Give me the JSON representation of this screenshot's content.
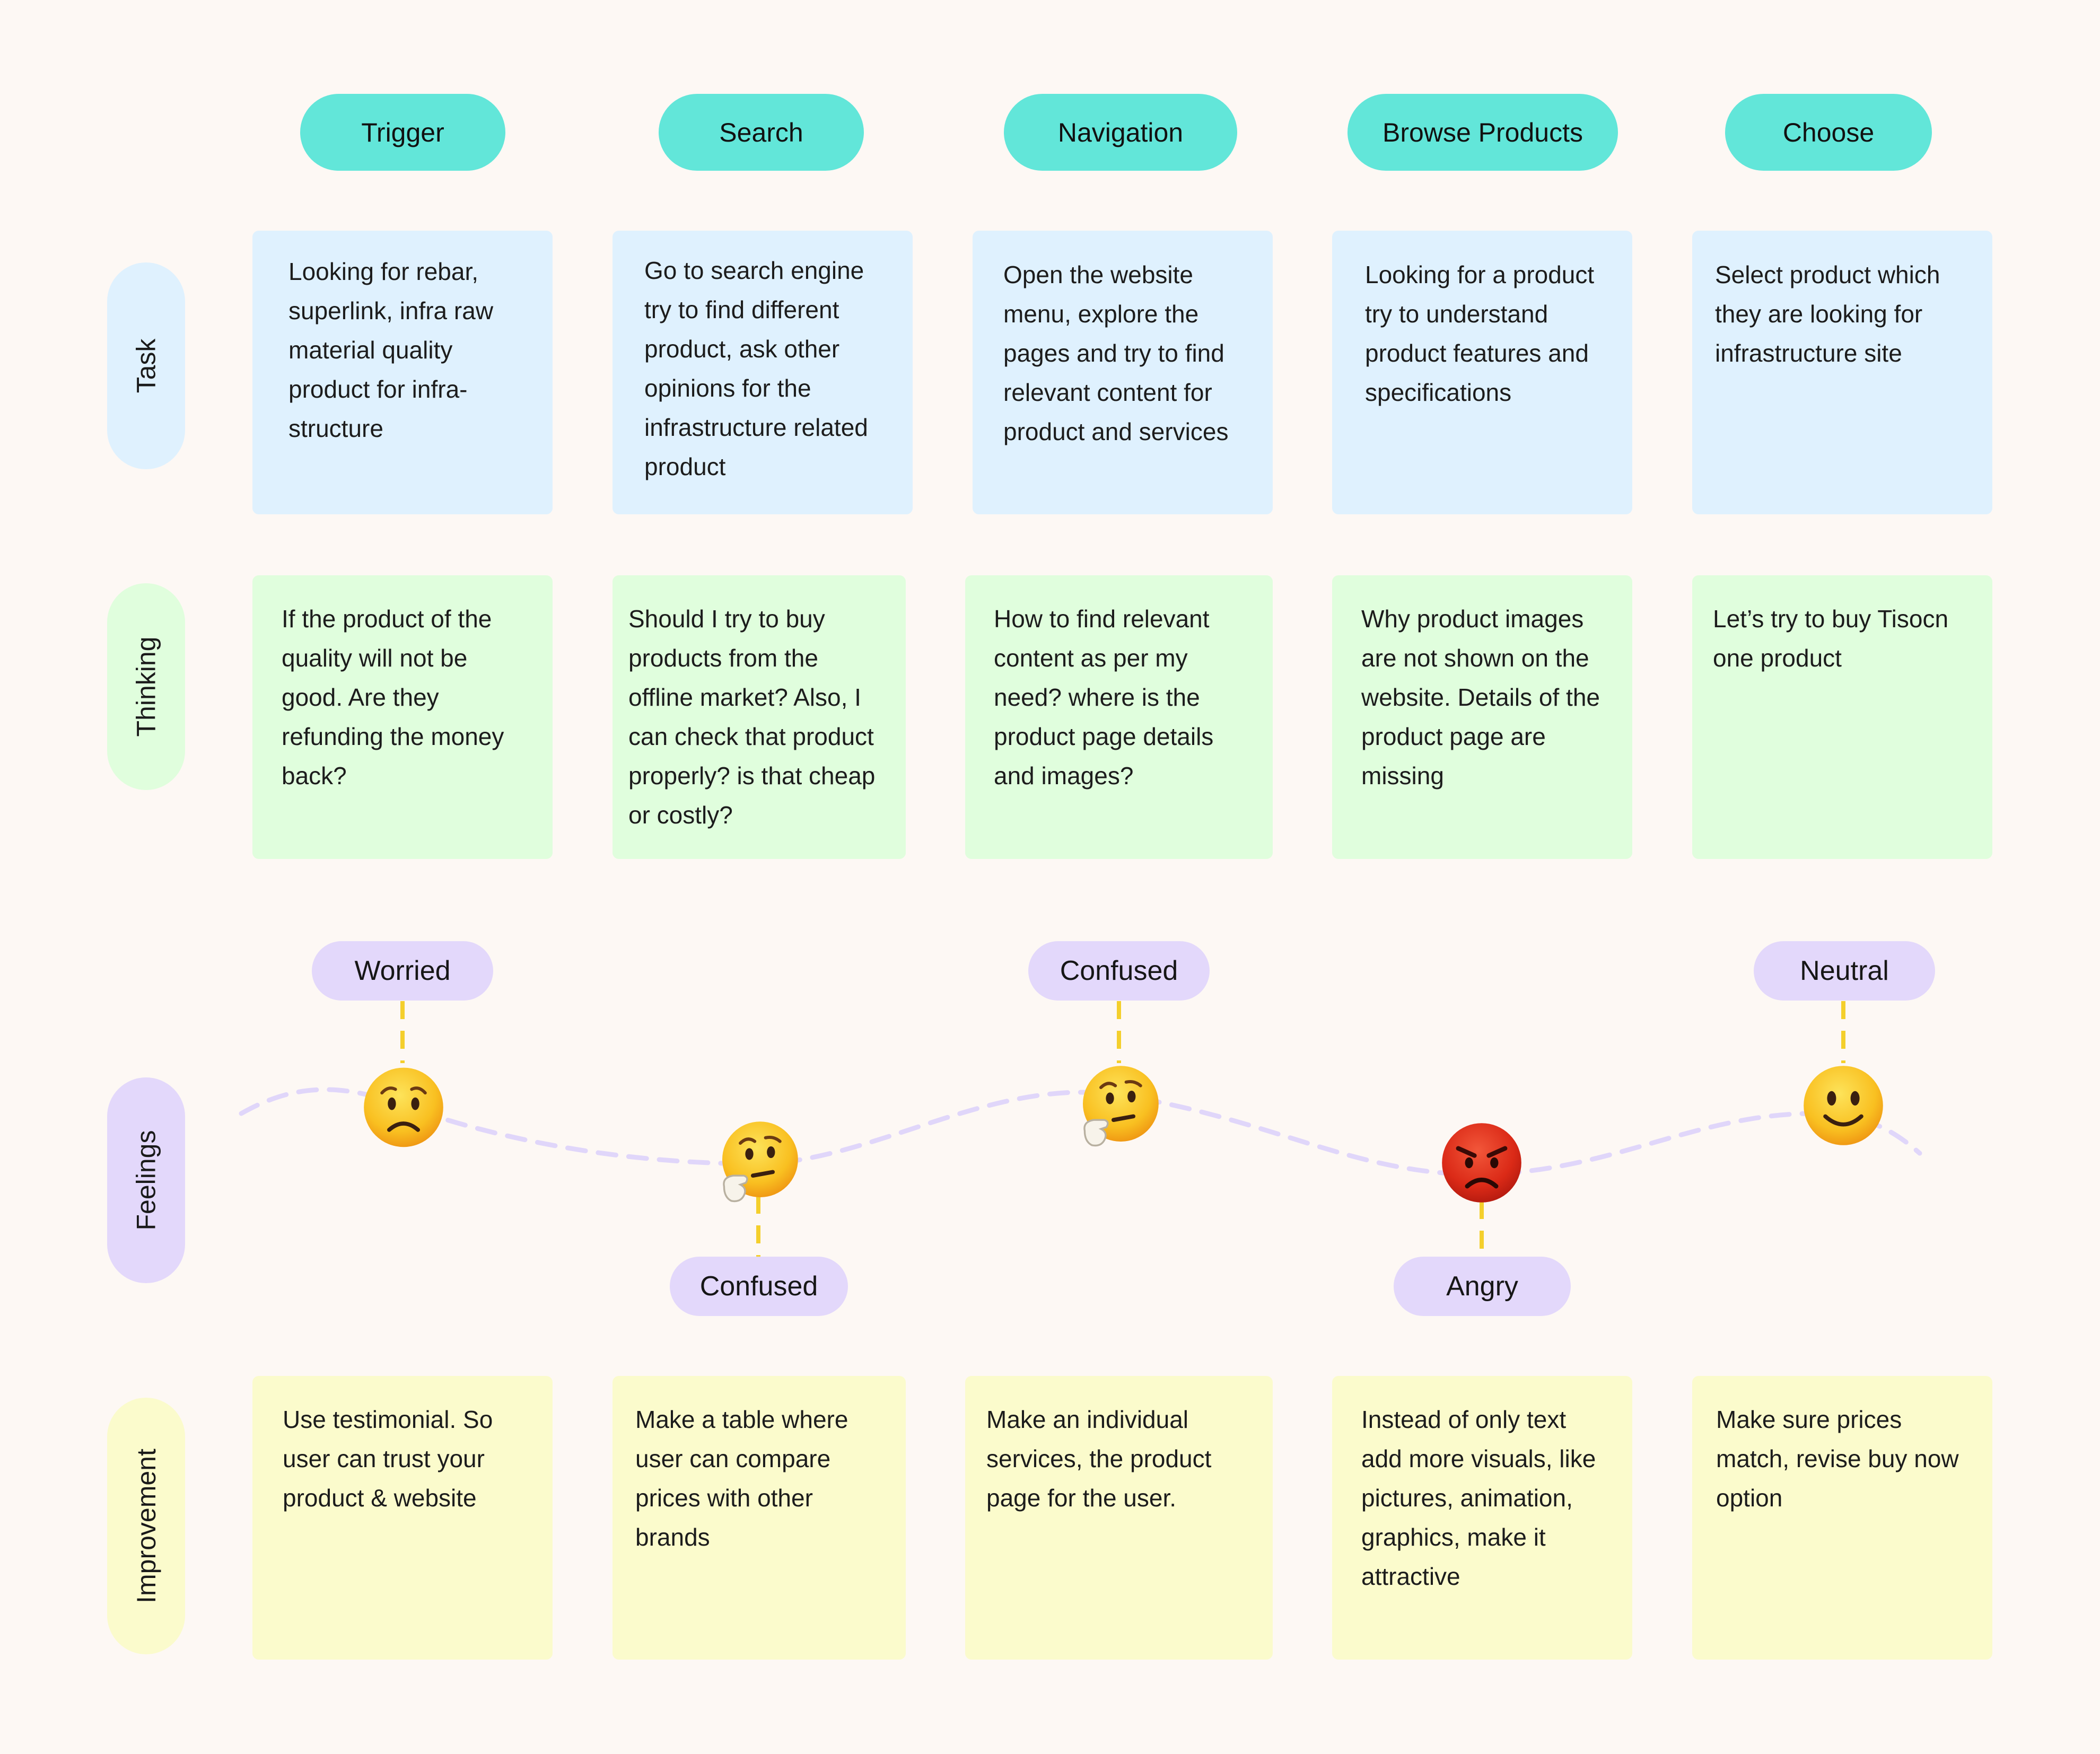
{
  "stages": [
    "Trigger",
    "Search",
    "Navigation",
    "Browse Products",
    "Choose"
  ],
  "rows": {
    "task": "Task",
    "thinking": "Thinking",
    "feelings": "Feelings",
    "improvement": "Improvement"
  },
  "tasks": [
    [
      "Looking for rebar,",
      "superlink, infra raw",
      "material quality",
      "product for infra-",
      "structure"
    ],
    [
      "Go to search engine",
      "try to find different",
      "product, ask other",
      "opinions for the",
      "infrastructure related",
      "product"
    ],
    [
      "Open the website",
      "menu, explore the",
      "pages and try to find",
      "relevant content for",
      "product and services"
    ],
    [
      "Looking for a product",
      "try to understand",
      "product features and",
      "specifications"
    ],
    [
      "Select product which",
      "they are looking for",
      "infrastructure site"
    ]
  ],
  "thinking": [
    [
      "If the product of the",
      "quality will not be",
      "good. Are they",
      "refunding the money",
      "back?"
    ],
    [
      "Should I try to buy",
      "products from the",
      "offline market? Also, I",
      "can check that product",
      "properly? is that cheap",
      "or costly?"
    ],
    [
      "How to find relevant",
      "content as per my",
      "need? where is the",
      "product page details",
      "and images?"
    ],
    [
      "Why product images",
      "are not shown on the",
      "website. Details of the",
      "product page are",
      "missing"
    ],
    [
      "Let’s try to buy Tisocn",
      "one product"
    ]
  ],
  "feelings": [
    {
      "label": "Worried",
      "emoji": "worried-face-icon"
    },
    {
      "label": "Confused",
      "emoji": "thinking-face-icon"
    },
    {
      "label": "Confused",
      "emoji": "thinking-face-icon"
    },
    {
      "label": "Angry",
      "emoji": "angry-face-icon"
    },
    {
      "label": "Neutral",
      "emoji": "smiling-face-icon"
    }
  ],
  "improvements": [
    [
      "Use testimonial. So",
      "user can trust your",
      "product & website"
    ],
    [
      "Make a table where",
      "user can compare",
      "prices with other",
      "brands"
    ],
    [
      "Make an individual",
      "services, the product",
      "page for the user."
    ],
    [
      "Instead of only text",
      "add more visuals, like",
      "pictures, animation,",
      "graphics, make it",
      "attractive"
    ],
    [
      "Make sure prices",
      "match, revise buy now",
      "option"
    ]
  ],
  "colors": {
    "background": "#fdf8f4",
    "stage": "#62e6d9",
    "task": "#dff1fe",
    "thinking": "#e0fedd",
    "feelings": "#e3d8fb",
    "improvement": "#fbfbcc",
    "connector": "#f4cf2c",
    "curve": "#e0d6fa"
  }
}
